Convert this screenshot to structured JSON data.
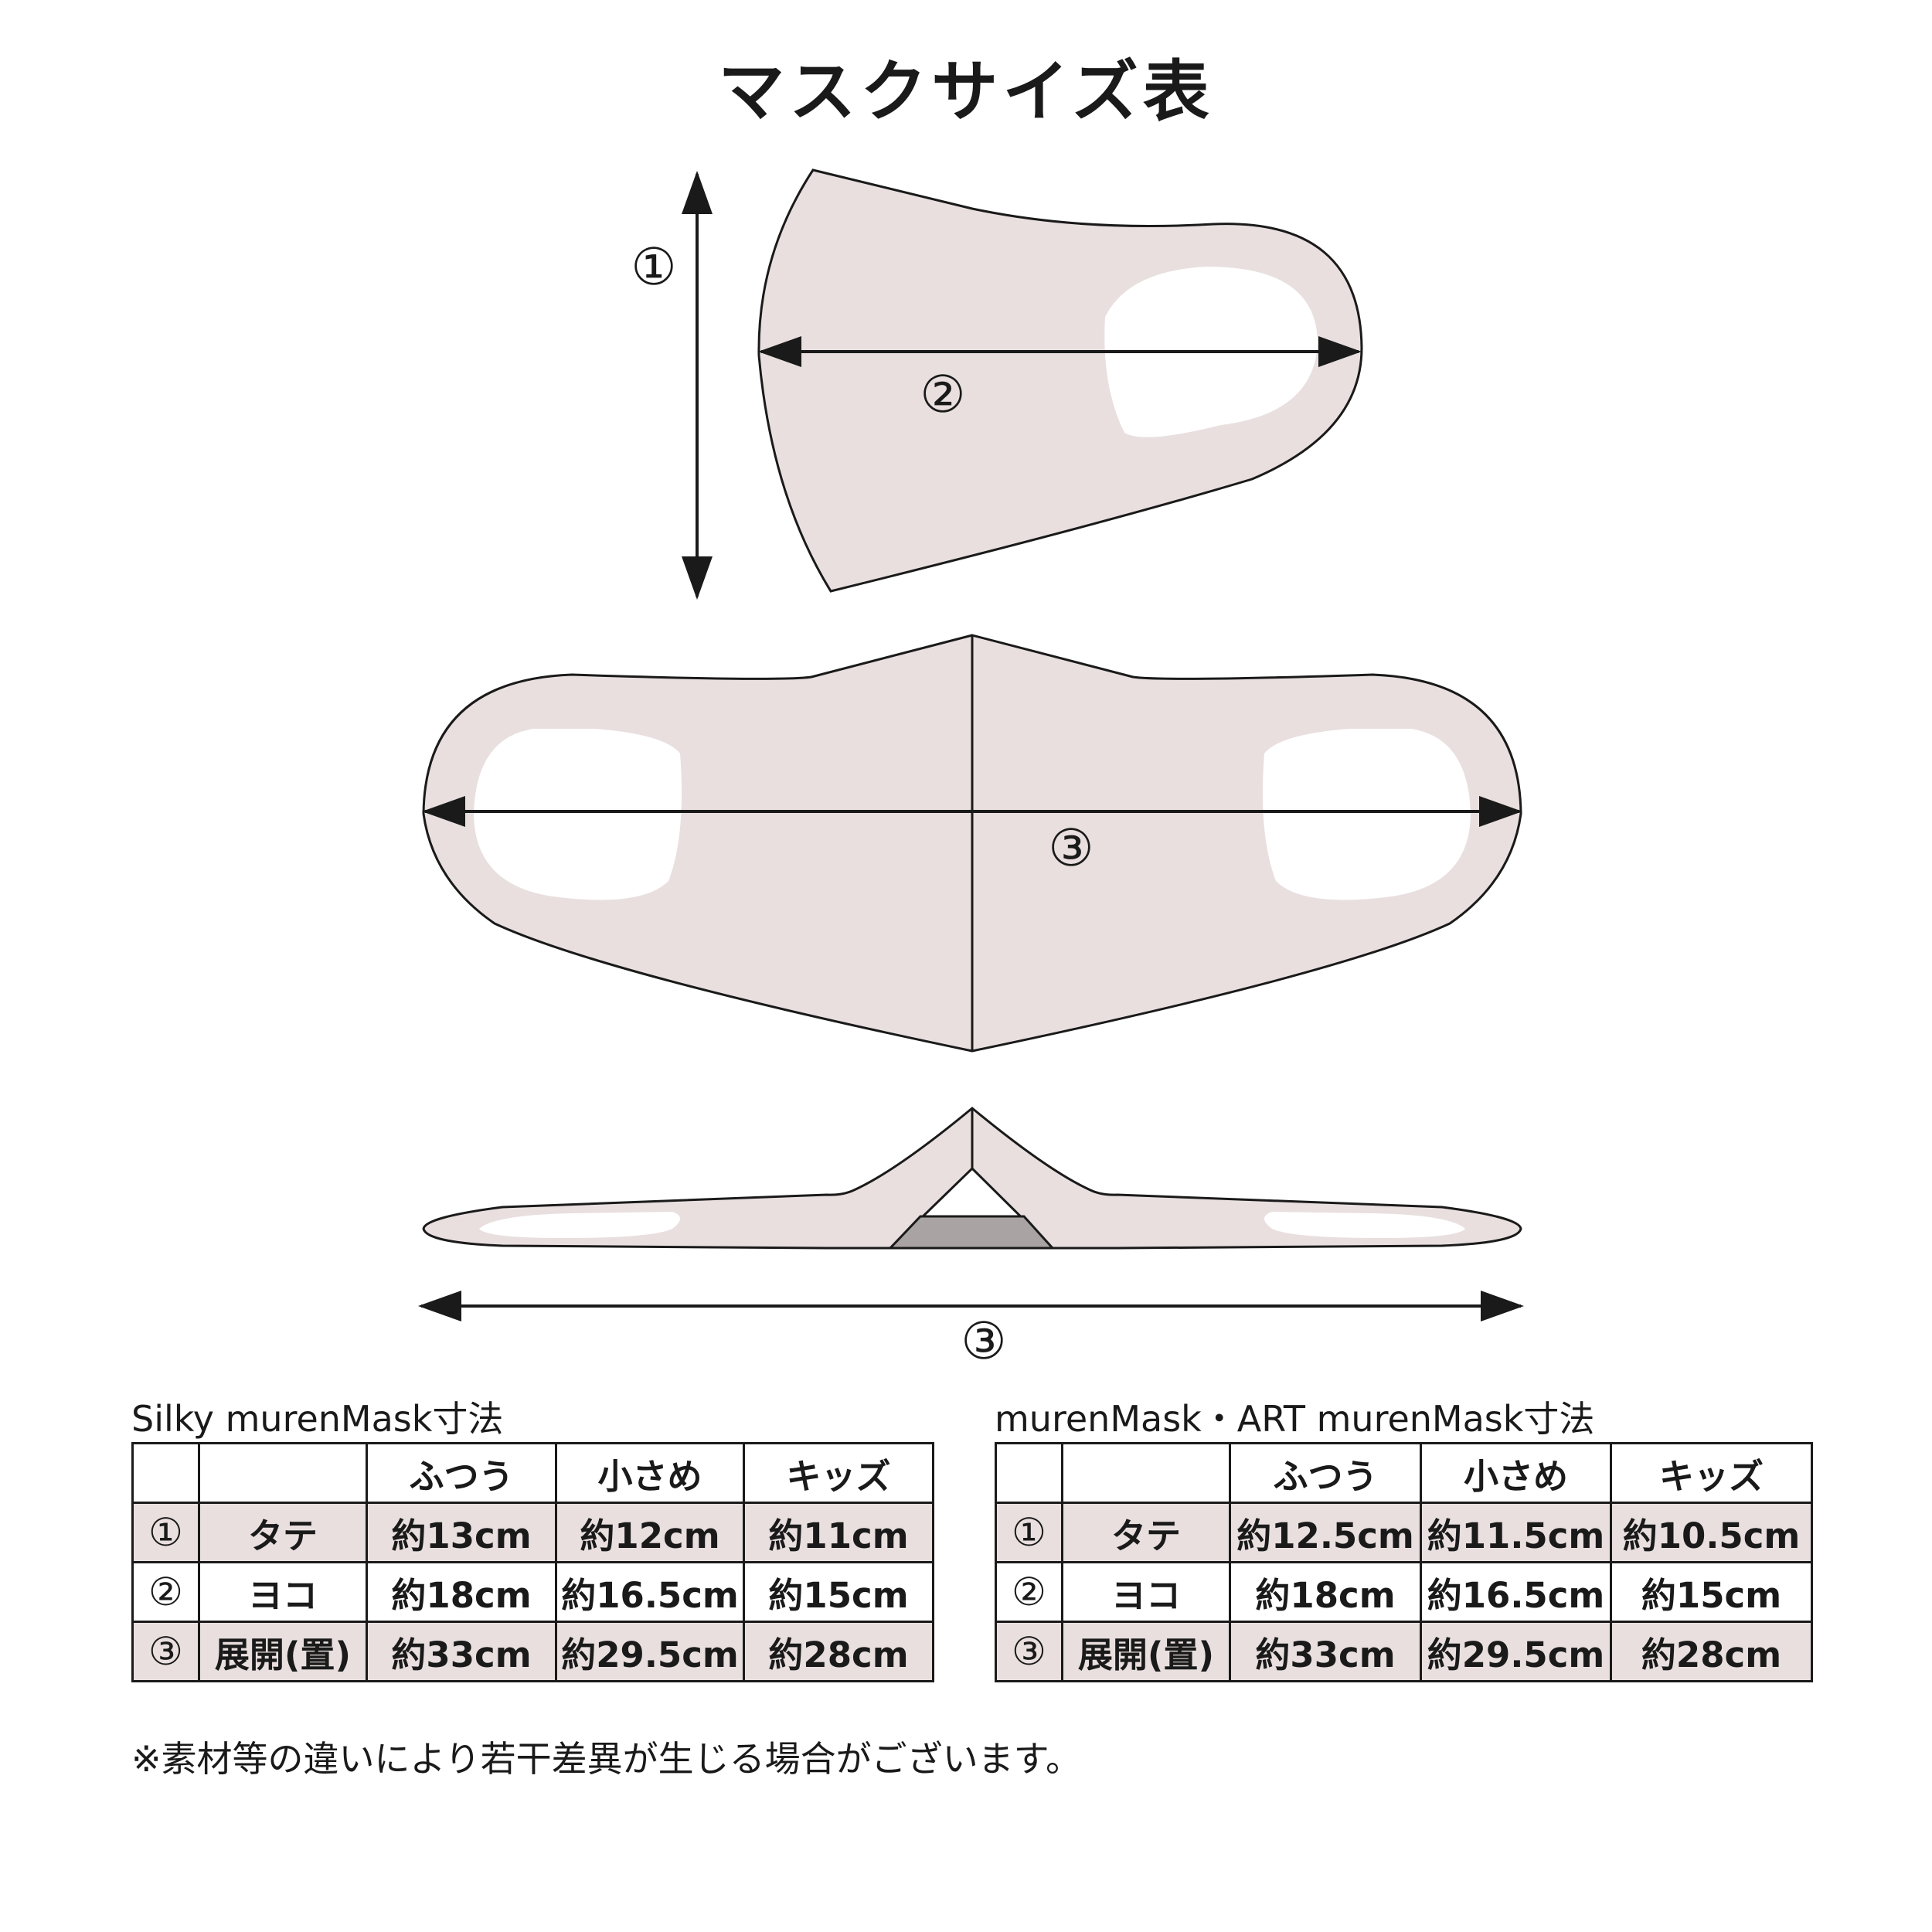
{
  "title": "マスクサイズ表",
  "colors": {
    "mask_fill": "#e9dfdf",
    "mask_stroke": "#1a1a1a",
    "shaded_inner": "#aaa3a3",
    "row_shade": "#e9dfdf"
  },
  "diagram": {
    "label_1": "①",
    "label_2": "②",
    "label_3_flat": "③",
    "label_3_folded": "③"
  },
  "tables": [
    {
      "title": "Silky murenMask寸法",
      "columns": [
        "",
        "",
        "ふつう",
        "小さめ",
        "キッズ"
      ],
      "rows": [
        [
          "①",
          "タテ",
          "約13cm",
          "約12cm",
          "約11cm"
        ],
        [
          "②",
          "ヨコ",
          "約18cm",
          "約16.5cm",
          "約15cm"
        ],
        [
          "③",
          "展開(置)",
          "約33cm",
          "約29.5cm",
          "約28cm"
        ]
      ]
    },
    {
      "title": "murenMask・ART murenMask寸法",
      "columns": [
        "",
        "",
        "ふつう",
        "小さめ",
        "キッズ"
      ],
      "rows": [
        [
          "①",
          "タテ",
          "約12.5cm",
          "約11.5cm",
          "約10.5cm"
        ],
        [
          "②",
          "ヨコ",
          "約18cm",
          "約16.5cm",
          "約15cm"
        ],
        [
          "③",
          "展開(置)",
          "約33cm",
          "約29.5cm",
          "約28cm"
        ]
      ]
    }
  ],
  "note": "※素材等の違いにより若干差異が生じる場合がございます。"
}
